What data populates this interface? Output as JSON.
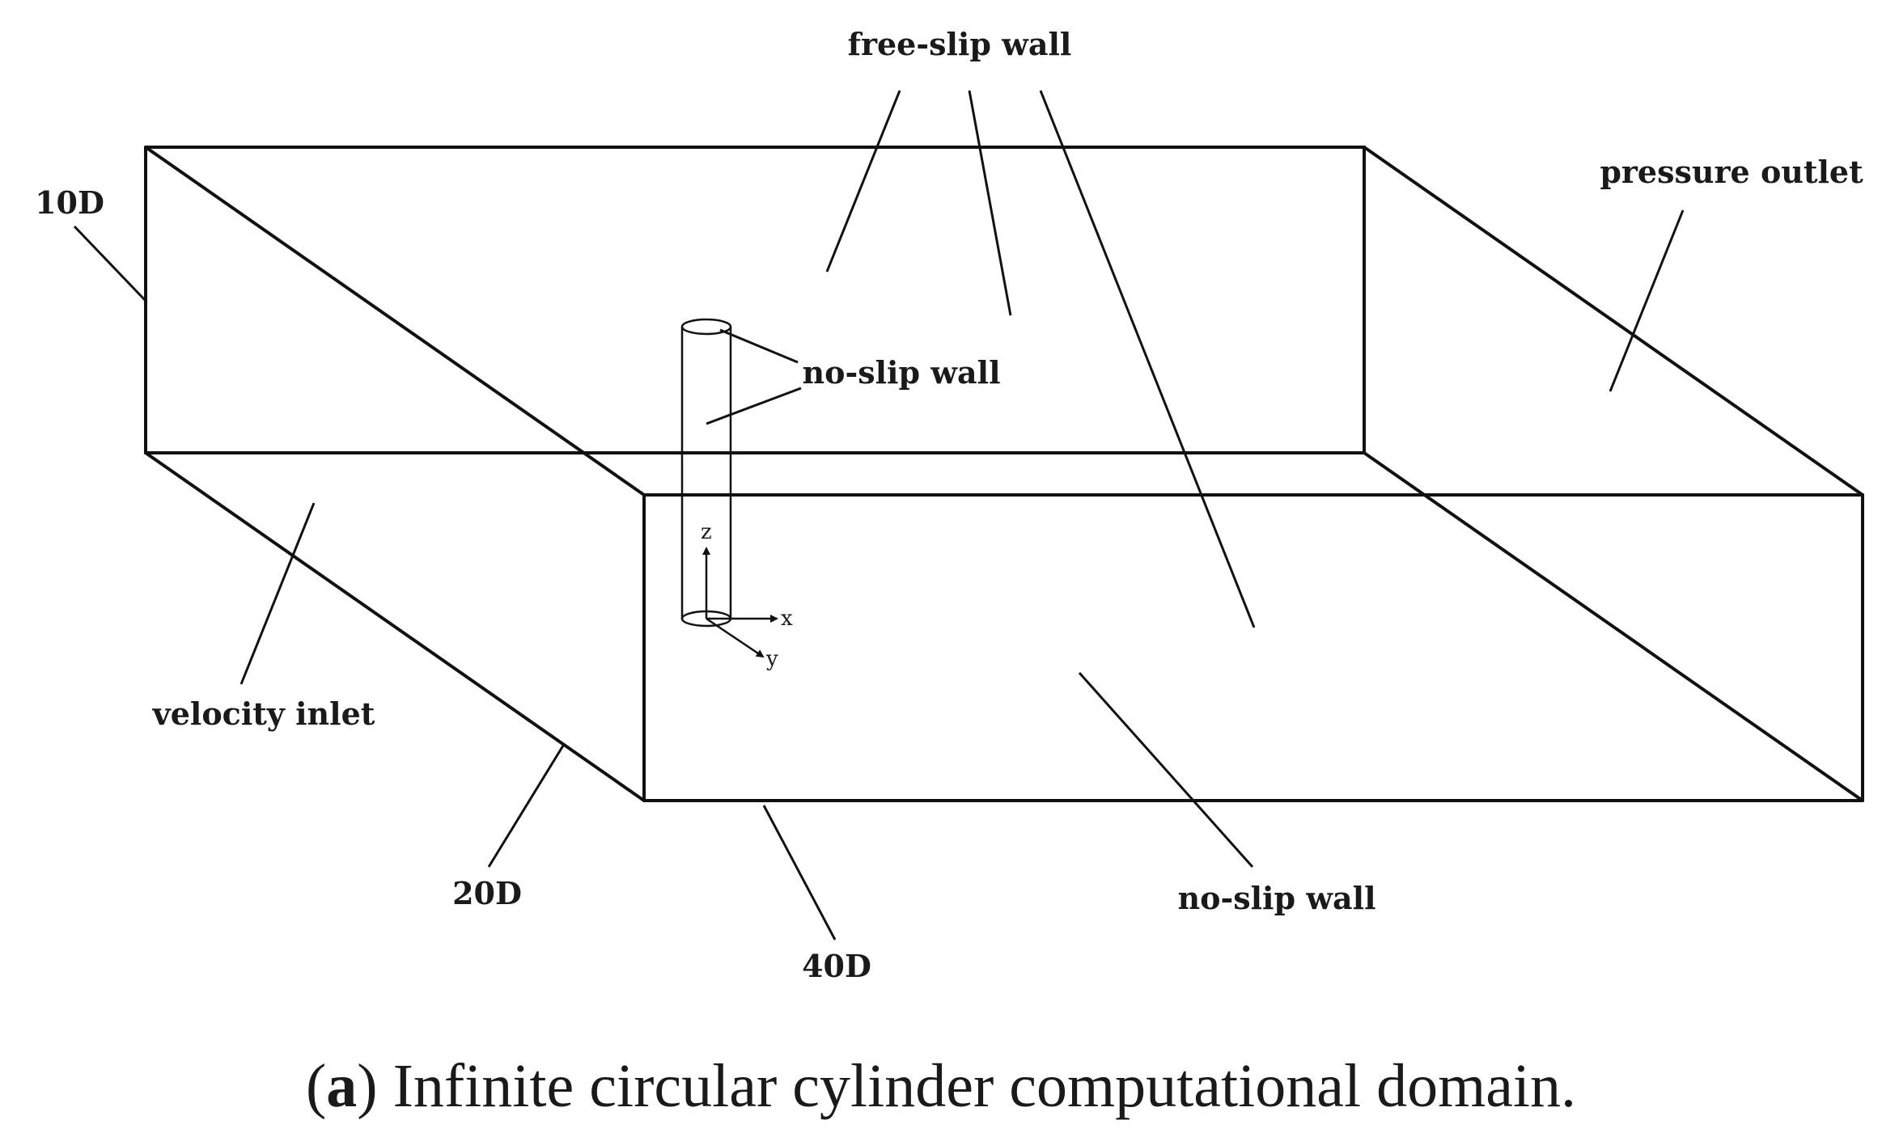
{
  "figure": {
    "labels": {
      "free_slip_wall": "free-slip wall",
      "pressure_outlet": "pressure outlet",
      "dim_10d": "10D",
      "cylinder_no_slip_wall": "no-slip wall",
      "velocity_inlet": "velocity inlet",
      "dim_20d": "20D",
      "dim_40d": "40D",
      "bottom_no_slip_wall": "no-slip wall"
    },
    "axes": {
      "x": "x",
      "y": "y",
      "z": "z"
    },
    "caption": {
      "prefix_open": "(",
      "prefix_letter": "a",
      "prefix_close": ")",
      "text": " Infinite circular cylinder computational domain."
    }
  }
}
